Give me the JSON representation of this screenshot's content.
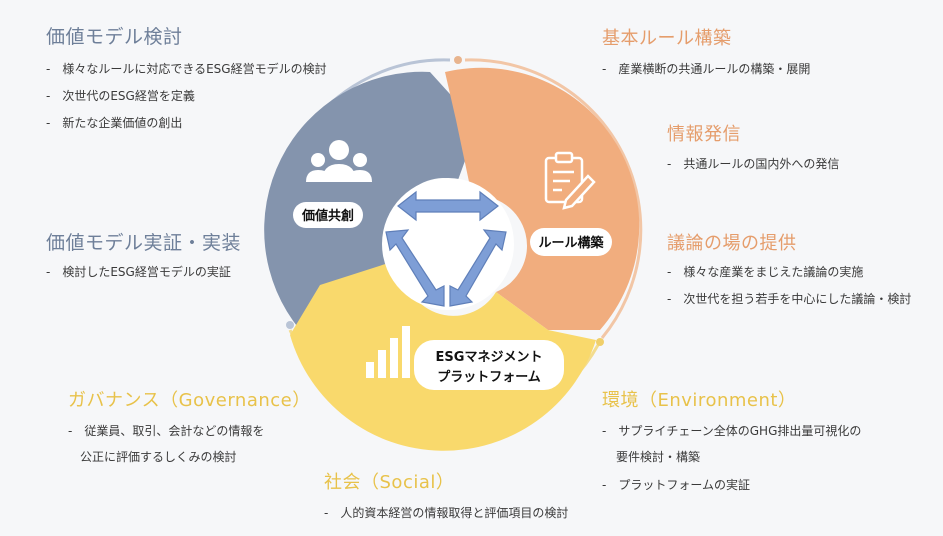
{
  "top_left": {
    "title": "価値モデル検討",
    "items": [
      "様々なルールに対応できるESG経営モデルの検討",
      "次世代のESG経営を定義",
      "新たな企業価値の創出"
    ]
  },
  "mid_left": {
    "title": "価値モデル実証・実装",
    "items": [
      "検討したESG経営モデルの実証"
    ]
  },
  "top_right": {
    "title": "基本ルール構築",
    "items": [
      "産業横断の共通ルールの構築・展開"
    ]
  },
  "info_right": {
    "title": "情報発信",
    "items": [
      "共通ルールの国内外への発信"
    ]
  },
  "discuss_right": {
    "title": "議論の場の提供",
    "items": [
      "様々な産業をまじえた議論の実施",
      "次世代を担う若手を中心にした議論・検討"
    ]
  },
  "governance": {
    "title": "ガバナンス（Governance）",
    "lines": [
      "従業員、取引、会計などの情報を",
      "公正に評価するしくみの検討"
    ]
  },
  "social": {
    "title": "社会（Social）",
    "items": [
      "人的資本経営の情報取得と評価項目の検討"
    ]
  },
  "environment": {
    "title": "環境（Environment）",
    "lines": [
      "サプライチェーン全体のGHG排出量可視化の",
      "要件検討・構築"
    ],
    "items": [
      "プラットフォームの実証"
    ]
  },
  "cycle": {
    "value_label": "価値共創",
    "rule_label": "ルール構築",
    "platform_line1": "ESGマネジメント",
    "platform_line2": "プラットフォーム"
  },
  "colors": {
    "blue": "#7f8fa8",
    "orange": "#f1ad7e",
    "yellow": "#f8d86a",
    "arrow": "#7f9fd6",
    "ring": "#c5d0e0"
  },
  "icons": [
    "people-icon",
    "clipboard-pencil-icon",
    "bar-chart-icon"
  ]
}
